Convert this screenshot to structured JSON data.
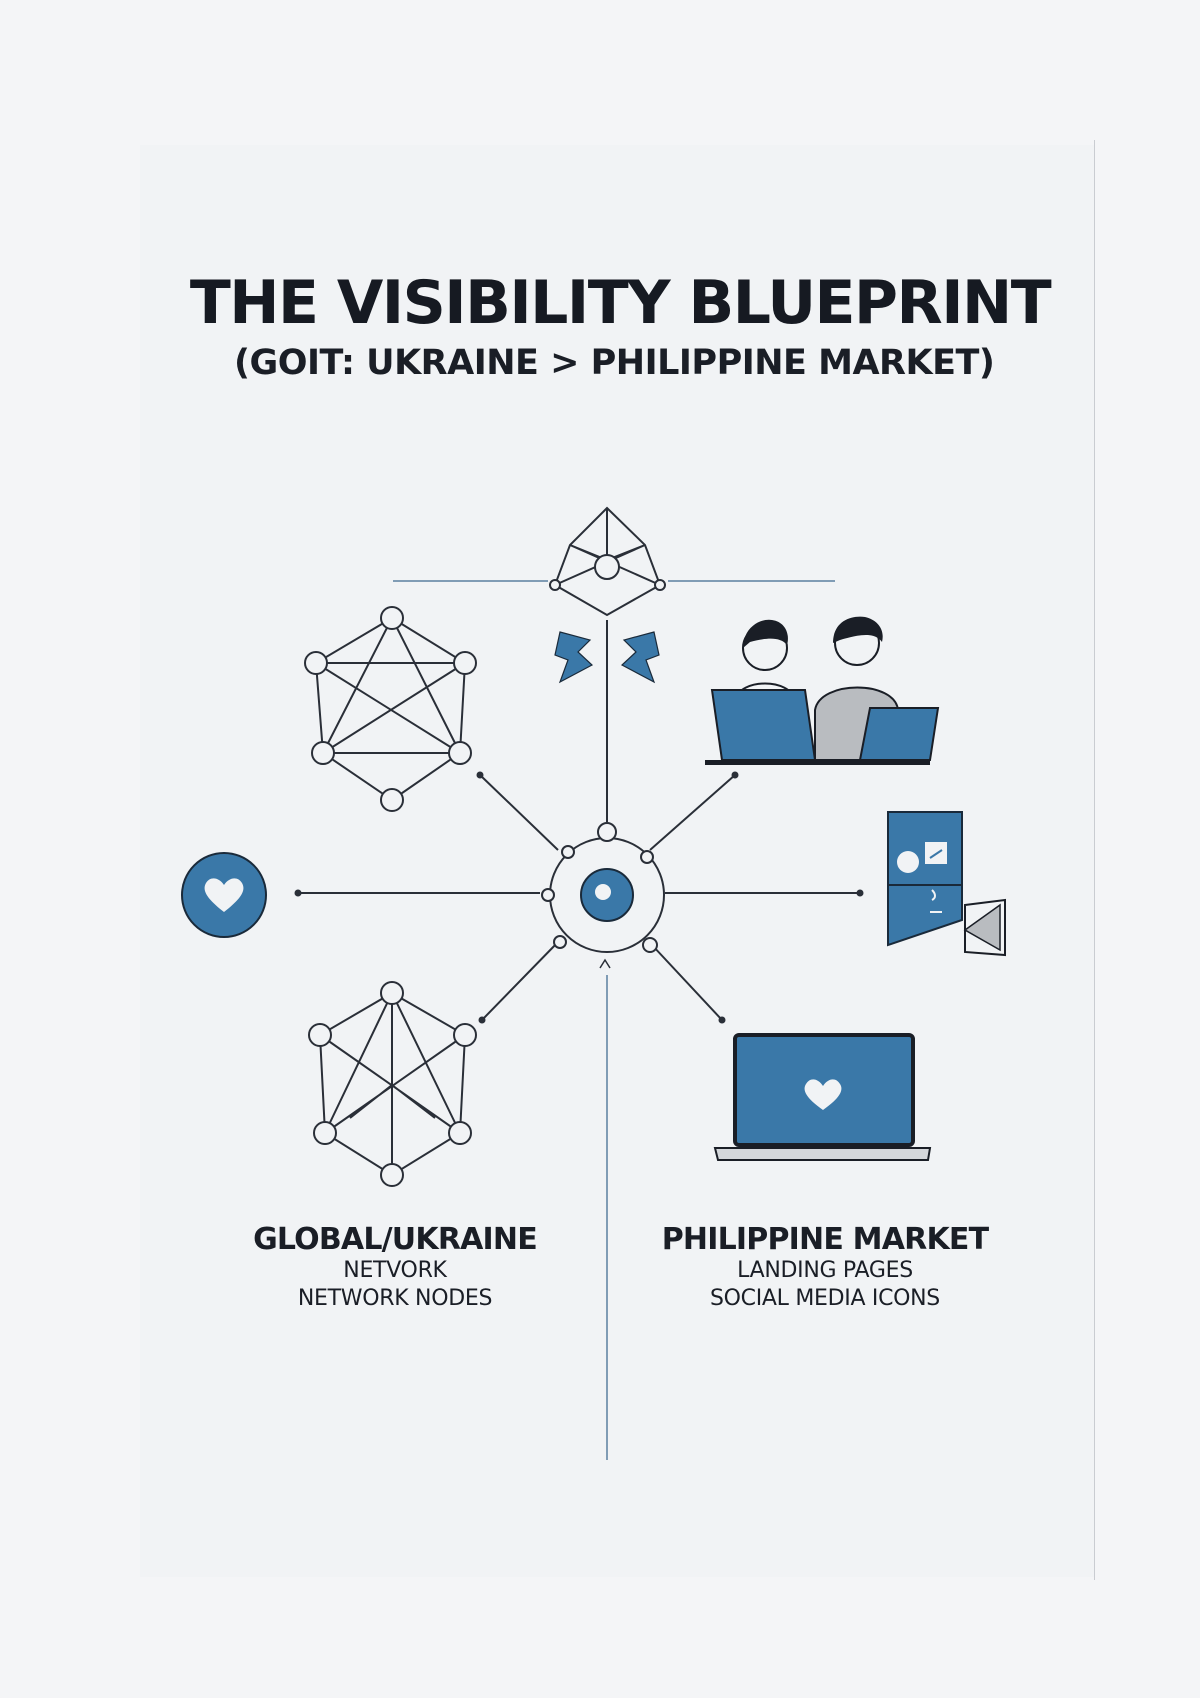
{
  "title": "THE VISIBILITY BLUEPRINT",
  "subtitle": "(GOIT: UKRAINE > PHILIPPINE MARKET)",
  "left_caption": {
    "heading": "GLOBAL/UKRAINE",
    "line1": "NETVORK",
    "line2": "NETWORK NODES"
  },
  "right_caption": {
    "heading": "PHILIPPINE MARKET",
    "line1": "LANDING PAGES",
    "line2": "SOCIAL MEDIA ICONS"
  },
  "colors": {
    "accent": "#3a78a8",
    "ink": "#1a1e26",
    "line": "#2a2f38",
    "paper": "#f1f3f5"
  },
  "icons": [
    "network-node-icon",
    "heart-icon",
    "people-laptop-icon",
    "phone-icon",
    "laptop-heart-icon",
    "hub-icon"
  ]
}
